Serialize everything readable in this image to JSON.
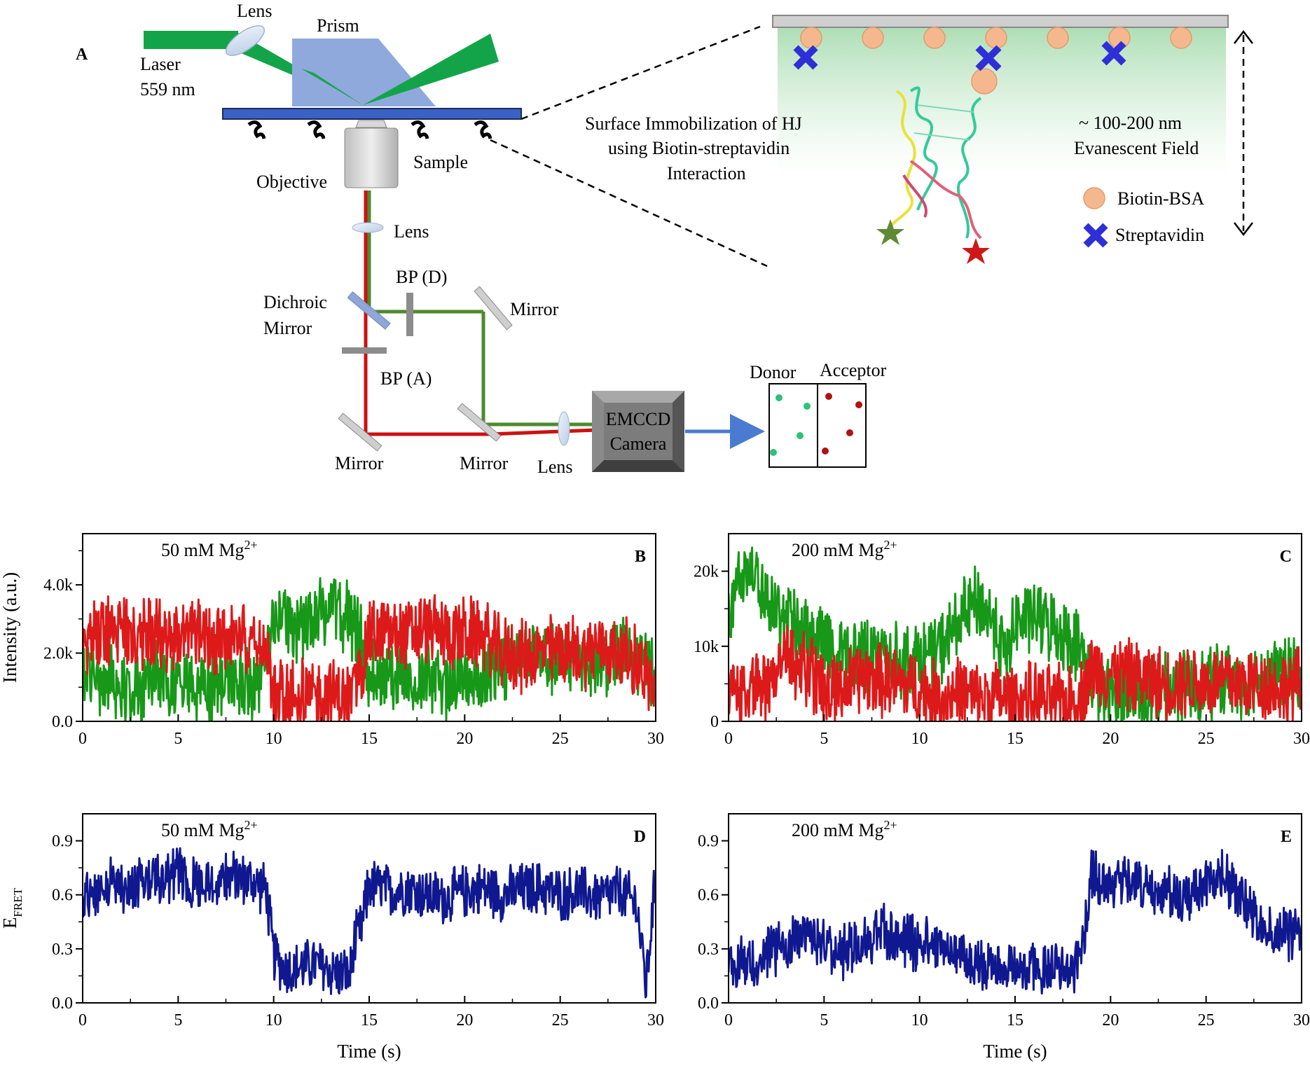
{
  "panel_a": {
    "letter": "A",
    "labels": {
      "lens_top": "Lens",
      "prism": "Prism",
      "laser": "Laser",
      "laser_wavelength": "559 nm",
      "sample": "Sample",
      "objective": "Objective",
      "lens_mid": "Lens",
      "bp_d": "BP (D)",
      "dichroic_1": "Dichroic",
      "dichroic_2": "Mirror",
      "mirror_right": "Mirror",
      "bp_a": "BP (A)",
      "mirror_bottom_left": "Mirror",
      "mirror_bottom_mid": "Mirror",
      "lens_bottom": "Lens",
      "emccd_1": "EMCCD",
      "emccd_2": "Camera",
      "donor": "Donor",
      "acceptor": "Acceptor",
      "surface_1": "Surface Immobilization  of HJ",
      "surface_2": "using Biotin-streptavidin",
      "surface_3": "Interaction",
      "field_1": "~ 100-200 nm",
      "field_2": "Evanescent Field",
      "legend_biotin": "Biotin-BSA",
      "legend_strep": "Streptavidin"
    },
    "colors": {
      "laser": "#13a44a",
      "prism": "#8fa9dc",
      "slide": "#3b61c4",
      "donor_path": "#4e8a2e",
      "acceptor_path": "#cc1111",
      "biotin": "#f5b88e",
      "streptavidin": "#2f2fd8"
    }
  },
  "chart_data": [
    {
      "panel": "B",
      "type": "line",
      "annotation_prefix": "50 mM Mg",
      "annotation_sup": "2+",
      "xlabel": "",
      "ylabel": "Intensity (a.u.)",
      "xlim": [
        0,
        30
      ],
      "ylim": [
        0,
        5500
      ],
      "xticks": [
        0,
        5,
        10,
        15,
        20,
        25,
        30
      ],
      "yticks": [
        0,
        2000,
        4000
      ],
      "ytick_labels": [
        "0.0",
        "2.0k",
        "4.0k"
      ],
      "series": [
        {
          "color": "#189818",
          "x": [
            0,
            1,
            2,
            3,
            4,
            5,
            6,
            7,
            8,
            9,
            9.5,
            10,
            10.5,
            11,
            12,
            13,
            14,
            14.5,
            15,
            16,
            17,
            18,
            19,
            20,
            21,
            21.5,
            22,
            23,
            24,
            25,
            26,
            27,
            28,
            29,
            30
          ],
          "values": [
            1500,
            1200,
            1100,
            1000,
            1200,
            1100,
            900,
            1000,
            1200,
            1100,
            1300,
            2600,
            3200,
            2800,
            3000,
            3300,
            3000,
            2400,
            1400,
            1300,
            1400,
            1200,
            1100,
            1300,
            1200,
            1600,
            1700,
            1900,
            1800,
            1700,
            1900,
            1700,
            2000,
            1800,
            1600
          ]
        },
        {
          "color": "#dd1a1a",
          "x": [
            0,
            1,
            2,
            3,
            4,
            5,
            6,
            7,
            8,
            9,
            9.5,
            10,
            10.5,
            11,
            12,
            13,
            14,
            14.5,
            15,
            16,
            17,
            18,
            19,
            20,
            21,
            21.5,
            22,
            23,
            24,
            25,
            26,
            27,
            28,
            29,
            30
          ],
          "values": [
            2200,
            2600,
            2500,
            2400,
            2600,
            2500,
            2500,
            2400,
            2600,
            2500,
            2300,
            800,
            700,
            800,
            700,
            800,
            600,
            1500,
            2500,
            2600,
            2500,
            2700,
            2600,
            2500,
            2600,
            2100,
            2000,
            1900,
            2000,
            2100,
            2000,
            2200,
            2000,
            1800,
            900
          ]
        }
      ]
    },
    {
      "panel": "C",
      "type": "line",
      "annotation_prefix": "200 mM Mg",
      "annotation_sup": "2+",
      "xlabel": "",
      "ylabel": "",
      "xlim": [
        0,
        30
      ],
      "ylim": [
        0,
        25000
      ],
      "xticks": [
        0,
        5,
        10,
        15,
        20,
        25,
        30
      ],
      "yticks": [
        0,
        10000,
        20000
      ],
      "ytick_labels": [
        "0",
        "10k",
        "20k"
      ],
      "series": [
        {
          "color": "#189818",
          "x": [
            0,
            0.5,
            1,
            1.5,
            2,
            2.5,
            3,
            4,
            5,
            6,
            7,
            8,
            9,
            10,
            11,
            12,
            13,
            14,
            14.5,
            15,
            16,
            17,
            18,
            18.5,
            19,
            19.5,
            20,
            21,
            22,
            23,
            24,
            25,
            26,
            27,
            28,
            29,
            30
          ],
          "values": [
            15000,
            18000,
            20000,
            19000,
            17000,
            15000,
            13000,
            12000,
            11000,
            9000,
            8500,
            9000,
            8000,
            8500,
            9500,
            13000,
            16000,
            13000,
            8000,
            13000,
            14000,
            12500,
            11000,
            9000,
            6000,
            4000,
            3500,
            4000,
            3500,
            4000,
            4500,
            5000,
            5500,
            5500,
            6000,
            6500,
            6000
          ]
        },
        {
          "color": "#dd1a1a",
          "x": [
            0,
            1,
            2,
            2.5,
            3,
            4,
            5,
            6,
            7,
            8,
            9,
            10,
            11,
            12,
            13,
            14,
            15,
            16,
            17,
            18,
            18.5,
            19,
            20,
            21,
            22,
            23,
            24,
            25,
            26,
            27,
            28,
            29,
            30
          ],
          "values": [
            4000,
            4500,
            5000,
            7000,
            8000,
            7000,
            4000,
            4500,
            6000,
            5500,
            5000,
            4500,
            3000,
            4000,
            3000,
            3500,
            2500,
            3000,
            2500,
            3000,
            3500,
            7000,
            6500,
            6000,
            5500,
            5000,
            5500,
            5000,
            5500,
            5000,
            5000,
            4500,
            5000
          ]
        }
      ]
    },
    {
      "panel": "D",
      "type": "line",
      "annotation_prefix": "50 mM Mg",
      "annotation_sup": "2+",
      "xlabel": "Time (s)",
      "ylabel_main": "E",
      "ylabel_sub": "FRET",
      "xlim": [
        0,
        30
      ],
      "ylim": [
        0,
        1.05
      ],
      "xticks": [
        0,
        5,
        10,
        15,
        20,
        25,
        30
      ],
      "yticks": [
        0,
        0.3,
        0.6,
        0.9
      ],
      "ytick_labels": [
        "0.0",
        "0.3",
        "0.6",
        "0.9"
      ],
      "series": [
        {
          "color": "#101890",
          "x": [
            0,
            1,
            2,
            3,
            4,
            5,
            6,
            7,
            8,
            9,
            9.6,
            10,
            10.5,
            11,
            12,
            13,
            14,
            14.2,
            14.6,
            15,
            16,
            17,
            18,
            19,
            20,
            21,
            22,
            23,
            24,
            25,
            26,
            27,
            28,
            29,
            29.5,
            30
          ],
          "values": [
            0.58,
            0.66,
            0.64,
            0.68,
            0.7,
            0.72,
            0.66,
            0.68,
            0.7,
            0.67,
            0.63,
            0.27,
            0.2,
            0.18,
            0.22,
            0.18,
            0.15,
            0.32,
            0.42,
            0.66,
            0.62,
            0.64,
            0.6,
            0.58,
            0.62,
            0.64,
            0.6,
            0.63,
            0.64,
            0.6,
            0.62,
            0.58,
            0.62,
            0.55,
            0.1,
            0.7
          ]
        }
      ]
    },
    {
      "panel": "E",
      "type": "line",
      "annotation_prefix": "200 mM Mg",
      "annotation_sup": "2+",
      "xlabel": "Time (s)",
      "ylabel": "",
      "xlim": [
        0,
        30
      ],
      "ylim": [
        0,
        1.05
      ],
      "xticks": [
        0,
        5,
        10,
        15,
        20,
        25,
        30
      ],
      "yticks": [
        0,
        0.3,
        0.6,
        0.9
      ],
      "ytick_labels": [
        "0.0",
        "0.3",
        "0.6",
        "0.9"
      ],
      "series": [
        {
          "color": "#101890",
          "x": [
            0,
            1,
            2,
            3,
            4,
            5,
            6,
            7,
            8,
            9,
            10,
            11,
            12,
            13,
            14,
            15,
            16,
            17,
            18,
            18.5,
            19,
            20,
            21,
            22,
            23,
            24,
            25,
            26,
            27,
            28,
            29,
            30
          ],
          "values": [
            0.2,
            0.24,
            0.28,
            0.34,
            0.4,
            0.32,
            0.28,
            0.34,
            0.4,
            0.36,
            0.32,
            0.3,
            0.26,
            0.22,
            0.2,
            0.2,
            0.18,
            0.2,
            0.18,
            0.3,
            0.7,
            0.68,
            0.66,
            0.64,
            0.6,
            0.58,
            0.64,
            0.7,
            0.55,
            0.42,
            0.4,
            0.38
          ]
        }
      ]
    }
  ]
}
